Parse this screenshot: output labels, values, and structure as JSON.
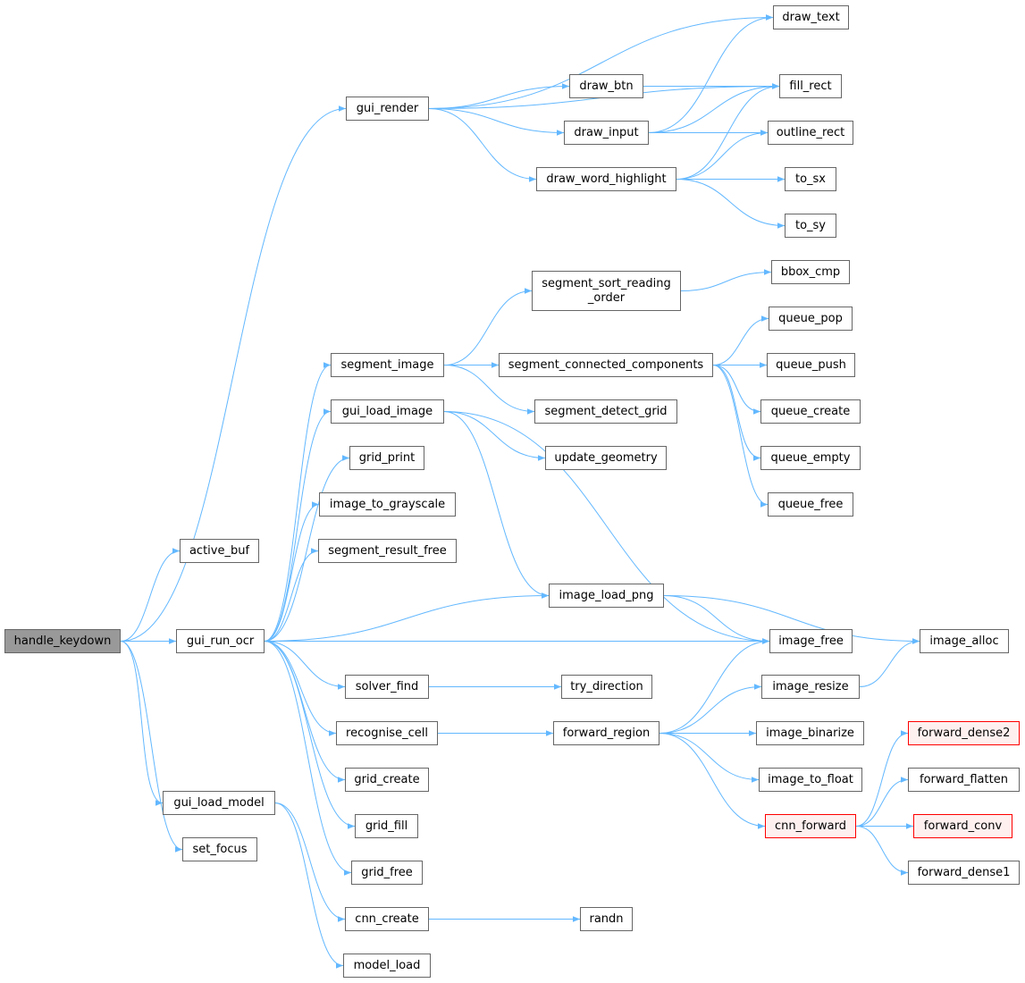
{
  "title": "handle_keydown call graph",
  "colors": {
    "edge": "#63b8ff",
    "node_border": "#666666",
    "root_fill": "#999999",
    "truncated_border": "#ff0000",
    "truncated_fill": "#fff0f0"
  },
  "nodes": [
    {
      "id": "handle_keydown",
      "label": "handle_keydown",
      "style": "root"
    },
    {
      "id": "active_buf",
      "label": "active_buf"
    },
    {
      "id": "gui_run_ocr",
      "label": "gui_run_ocr"
    },
    {
      "id": "gui_load_model",
      "label": "gui_load_model"
    },
    {
      "id": "set_focus",
      "label": "set_focus"
    },
    {
      "id": "gui_render",
      "label": "gui_render"
    },
    {
      "id": "segment_image",
      "label": "segment_image"
    },
    {
      "id": "gui_load_image",
      "label": "gui_load_image"
    },
    {
      "id": "grid_print",
      "label": "grid_print"
    },
    {
      "id": "image_to_grayscale",
      "label": "image_to_grayscale"
    },
    {
      "id": "segment_result_free",
      "label": "segment_result_free"
    },
    {
      "id": "solver_find",
      "label": "solver_find"
    },
    {
      "id": "recognise_cell",
      "label": "recognise_cell"
    },
    {
      "id": "grid_create",
      "label": "grid_create"
    },
    {
      "id": "grid_fill",
      "label": "grid_fill"
    },
    {
      "id": "grid_free",
      "label": "grid_free"
    },
    {
      "id": "cnn_create",
      "label": "cnn_create"
    },
    {
      "id": "model_load",
      "label": "model_load"
    },
    {
      "id": "draw_btn",
      "label": "draw_btn"
    },
    {
      "id": "draw_input",
      "label": "draw_input"
    },
    {
      "id": "draw_word_highlight",
      "label": "draw_word_highlight"
    },
    {
      "id": "segment_sort_reading_order",
      "label": "segment_sort_reading\n_order"
    },
    {
      "id": "segment_connected_components",
      "label": "segment_connected_components"
    },
    {
      "id": "segment_detect_grid",
      "label": "segment_detect_grid"
    },
    {
      "id": "update_geometry",
      "label": "update_geometry"
    },
    {
      "id": "image_load_png",
      "label": "image_load_png"
    },
    {
      "id": "try_direction",
      "label": "try_direction"
    },
    {
      "id": "forward_region",
      "label": "forward_region"
    },
    {
      "id": "randn",
      "label": "randn"
    },
    {
      "id": "draw_text",
      "label": "draw_text"
    },
    {
      "id": "fill_rect",
      "label": "fill_rect"
    },
    {
      "id": "outline_rect",
      "label": "outline_rect"
    },
    {
      "id": "to_sx",
      "label": "to_sx"
    },
    {
      "id": "to_sy",
      "label": "to_sy"
    },
    {
      "id": "bbox_cmp",
      "label": "bbox_cmp"
    },
    {
      "id": "queue_pop",
      "label": "queue_pop"
    },
    {
      "id": "queue_push",
      "label": "queue_push"
    },
    {
      "id": "queue_create",
      "label": "queue_create"
    },
    {
      "id": "queue_empty",
      "label": "queue_empty"
    },
    {
      "id": "queue_free",
      "label": "queue_free"
    },
    {
      "id": "image_free",
      "label": "image_free"
    },
    {
      "id": "image_resize",
      "label": "image_resize"
    },
    {
      "id": "image_binarize",
      "label": "image_binarize"
    },
    {
      "id": "image_to_float",
      "label": "image_to_float"
    },
    {
      "id": "cnn_forward",
      "label": "cnn_forward",
      "style": "ext"
    },
    {
      "id": "image_alloc",
      "label": "image_alloc"
    },
    {
      "id": "forward_dense2",
      "label": "forward_dense2",
      "style": "ext"
    },
    {
      "id": "forward_flatten",
      "label": "forward_flatten"
    },
    {
      "id": "forward_conv",
      "label": "forward_conv",
      "style": "ext"
    },
    {
      "id": "forward_dense1",
      "label": "forward_dense1"
    }
  ],
  "edges": [
    [
      "handle_keydown",
      "active_buf"
    ],
    [
      "handle_keydown",
      "gui_render"
    ],
    [
      "handle_keydown",
      "gui_run_ocr"
    ],
    [
      "handle_keydown",
      "gui_load_model"
    ],
    [
      "handle_keydown",
      "set_focus"
    ],
    [
      "gui_run_ocr",
      "segment_image"
    ],
    [
      "gui_run_ocr",
      "gui_load_image"
    ],
    [
      "gui_run_ocr",
      "grid_print"
    ],
    [
      "gui_run_ocr",
      "image_to_grayscale"
    ],
    [
      "gui_run_ocr",
      "segment_result_free"
    ],
    [
      "gui_run_ocr",
      "image_load_png"
    ],
    [
      "gui_run_ocr",
      "image_free"
    ],
    [
      "gui_run_ocr",
      "solver_find"
    ],
    [
      "gui_run_ocr",
      "recognise_cell"
    ],
    [
      "gui_run_ocr",
      "grid_create"
    ],
    [
      "gui_run_ocr",
      "grid_fill"
    ],
    [
      "gui_run_ocr",
      "grid_free"
    ],
    [
      "gui_load_model",
      "cnn_create"
    ],
    [
      "gui_load_model",
      "model_load"
    ],
    [
      "gui_render",
      "draw_text"
    ],
    [
      "gui_render",
      "fill_rect"
    ],
    [
      "gui_render",
      "draw_btn"
    ],
    [
      "gui_render",
      "draw_input"
    ],
    [
      "gui_render",
      "draw_word_highlight"
    ],
    [
      "draw_btn",
      "fill_rect"
    ],
    [
      "draw_input",
      "draw_text"
    ],
    [
      "draw_input",
      "fill_rect"
    ],
    [
      "draw_input",
      "outline_rect"
    ],
    [
      "draw_word_highlight",
      "fill_rect"
    ],
    [
      "draw_word_highlight",
      "outline_rect"
    ],
    [
      "draw_word_highlight",
      "to_sx"
    ],
    [
      "draw_word_highlight",
      "to_sy"
    ],
    [
      "segment_image",
      "segment_sort_reading_order"
    ],
    [
      "segment_image",
      "segment_connected_components"
    ],
    [
      "segment_image",
      "segment_detect_grid"
    ],
    [
      "segment_sort_reading_order",
      "bbox_cmp"
    ],
    [
      "segment_connected_components",
      "queue_pop"
    ],
    [
      "segment_connected_components",
      "queue_push"
    ],
    [
      "segment_connected_components",
      "queue_create"
    ],
    [
      "segment_connected_components",
      "queue_empty"
    ],
    [
      "segment_connected_components",
      "queue_free"
    ],
    [
      "gui_load_image",
      "update_geometry"
    ],
    [
      "gui_load_image",
      "image_load_png"
    ],
    [
      "gui_load_image",
      "image_free"
    ],
    [
      "image_load_png",
      "image_alloc"
    ],
    [
      "image_load_png",
      "image_free"
    ],
    [
      "solver_find",
      "try_direction"
    ],
    [
      "recognise_cell",
      "forward_region"
    ],
    [
      "forward_region",
      "image_free"
    ],
    [
      "forward_region",
      "image_resize"
    ],
    [
      "forward_region",
      "image_binarize"
    ],
    [
      "forward_region",
      "image_to_float"
    ],
    [
      "forward_region",
      "cnn_forward"
    ],
    [
      "image_resize",
      "image_alloc"
    ],
    [
      "cnn_forward",
      "forward_dense2"
    ],
    [
      "cnn_forward",
      "forward_flatten"
    ],
    [
      "cnn_forward",
      "forward_conv"
    ],
    [
      "cnn_forward",
      "forward_dense1"
    ],
    [
      "cnn_create",
      "randn"
    ]
  ]
}
